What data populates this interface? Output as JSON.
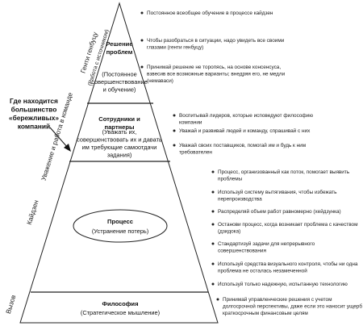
{
  "levels": {
    "top": {
      "title": "Решение проблем",
      "subtitle": "(Постоянное совершенствование и обучение)",
      "bullets": [
        "Постоянное всеобщее обучение в процессе кайдзен",
        "Чтобы разобраться в ситуации, надо увидеть все своими глазами (генти генбуцу)",
        "Принимай решение не торопясь, на основе консенсуса, взвесив все возможные варианты; внедряя его, не медли (немаваси)"
      ]
    },
    "people": {
      "title": "Сотрудники и партнеры",
      "subtitle": "(Уважать их, совершенствовать их и давать им требующие самоотдачи задания)",
      "bullets": [
        "Воспитывай лидеров, которые исповедуют философию компании",
        "Уважай и развивай людей и команду, спрашивай с них",
        "Уважай своих поставщиков, помогай им и будь к ним требователен"
      ]
    },
    "process": {
      "title": "Процесс",
      "subtitle": "(Устранение потерь)",
      "bullets": [
        "Процесс, организованный как поток, помогает выявить проблемы",
        "Используй систему вытягивания, чтобы избежать перепроизводства",
        "Распределяй объем работ равномерно (хейдзунка)",
        "Останови процесс, когда возникает проблема с качеством (дзидока)",
        "Стандартизуй задачи для непрерывного совершенствования",
        "Используй средства визуального контроля, чтобы ни одна проблема не осталась незамеченной",
        "Используй только надежную, испытанную технологию"
      ]
    },
    "base": {
      "title": "Философия",
      "subtitle": "(Стратегическое мышление)",
      "bullets": [
        "Принимай управленческие решения с учетом долгосрочной перспективы, даже если это наносит ущерб краткосрочным финансовым целям"
      ]
    }
  },
  "side_labels": {
    "genchi": "Генти генбуцу",
    "genchi_note": "(Работа с источником)",
    "respect": "Уважение и работа в команде",
    "kaizen": "Кайдзен",
    "challenge": "Вызов"
  },
  "callout": "Где находится большинство «бережливых» компаний"
}
